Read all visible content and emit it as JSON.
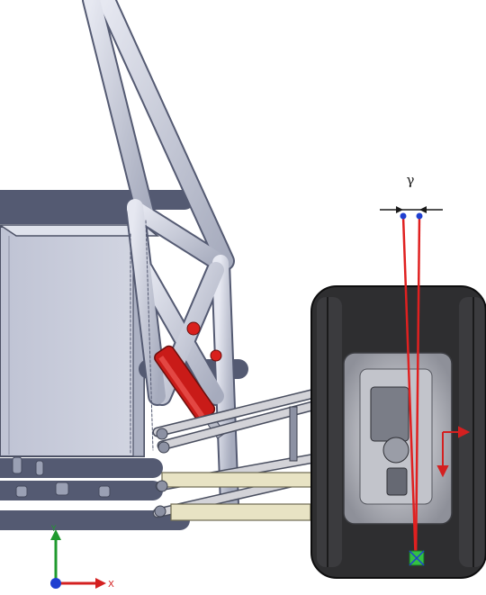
{
  "annotation": {
    "angle_label": "γ"
  },
  "triad": {
    "x_label": "X",
    "y_label": "Y"
  },
  "colors": {
    "tube": "#c7cbd9",
    "tube_edge": "#545a72",
    "shock": "#d9201c",
    "tire": "#2e2e30",
    "rim": "#d9dade",
    "control_arm": "#e7e3c6",
    "measure_line": "#e02020",
    "measure_point": "#1f3fd0",
    "axis_x": "#d42020",
    "axis_y": "#1f9a2e",
    "axis_z": "#1f3fd0",
    "marker": "#33c044"
  }
}
